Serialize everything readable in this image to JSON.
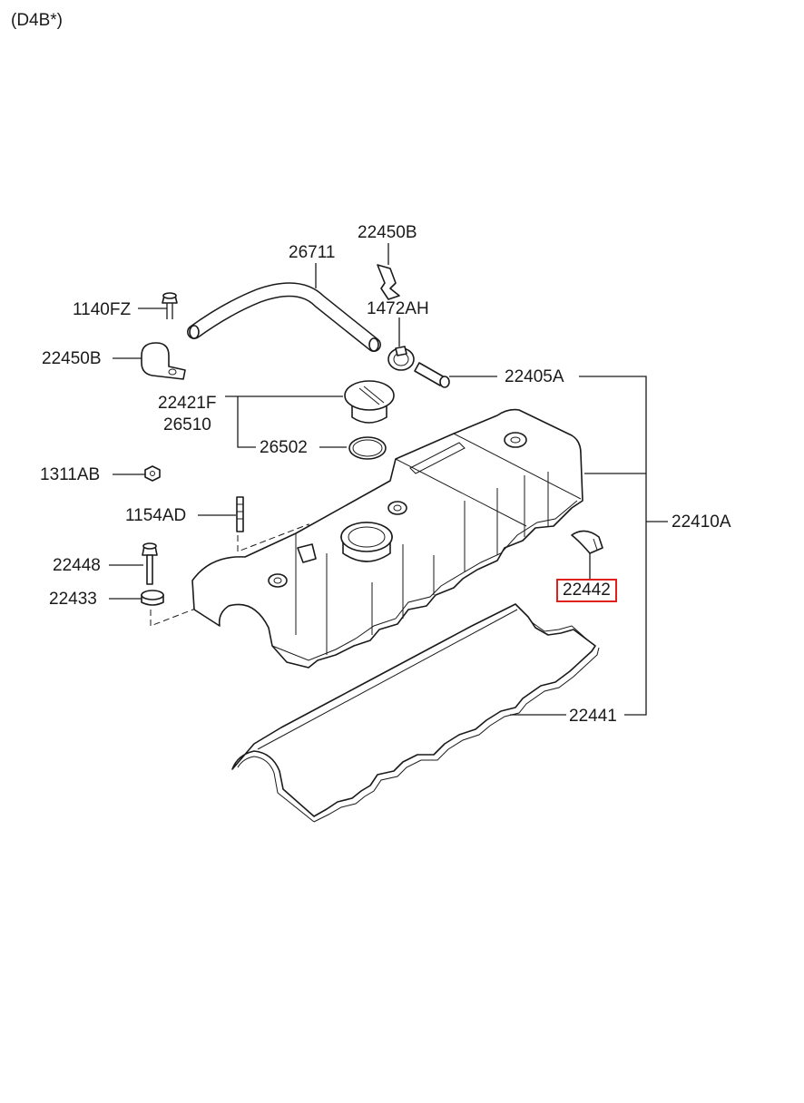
{
  "header": {
    "variant": "(D4B*)"
  },
  "parts": {
    "p22450B_top": "22450B",
    "p26711": "26711",
    "p1472AH": "1472AH",
    "p1140FZ": "1140FZ",
    "p22450B_left": "22450B",
    "p22405A": "22405A",
    "p22421F": "22421F",
    "p26510": "26510",
    "p26502": "26502",
    "p1311AB": "1311AB",
    "p1154AD": "1154AD",
    "p22410A": "22410A",
    "p22448": "22448",
    "p22442": "22442",
    "p22433": "22433",
    "p22441": "22441"
  },
  "highlight": {
    "part": "22442",
    "color": "#e0201a"
  }
}
